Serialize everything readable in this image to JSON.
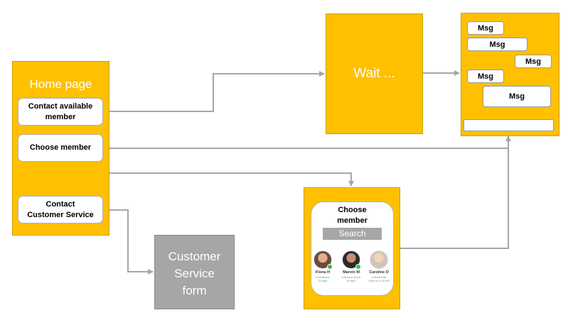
{
  "home": {
    "title": "Home page",
    "contact_available": "Contact available\nmember",
    "choose_member": "Choose member",
    "contact_cs": "Contact\nCustomer Service"
  },
  "wait": {
    "label": "Wait ..."
  },
  "chat": {
    "messages": [
      "Msg",
      "Msg",
      "Msg",
      "Msg",
      "Msg"
    ],
    "input_value": ""
  },
  "choose_screen": {
    "title": "Choose\nmember",
    "search_label": "Search",
    "members": [
      {
        "name": "Fiona H",
        "location": "à Montesson",
        "status": "En ligne"
      },
      {
        "name": "Marvin M",
        "location": "à Noisy-le-Grand",
        "status": "En ligne"
      },
      {
        "name": "Caroline D",
        "location": "à Montdeville",
        "status": "Active il y a 15 min"
      }
    ]
  },
  "cs_form": {
    "label": "Customer\nService\nform"
  },
  "colors": {
    "yellow": "#ffc000",
    "gray": "#a6a6a6",
    "edge": "#a6a6a6"
  }
}
